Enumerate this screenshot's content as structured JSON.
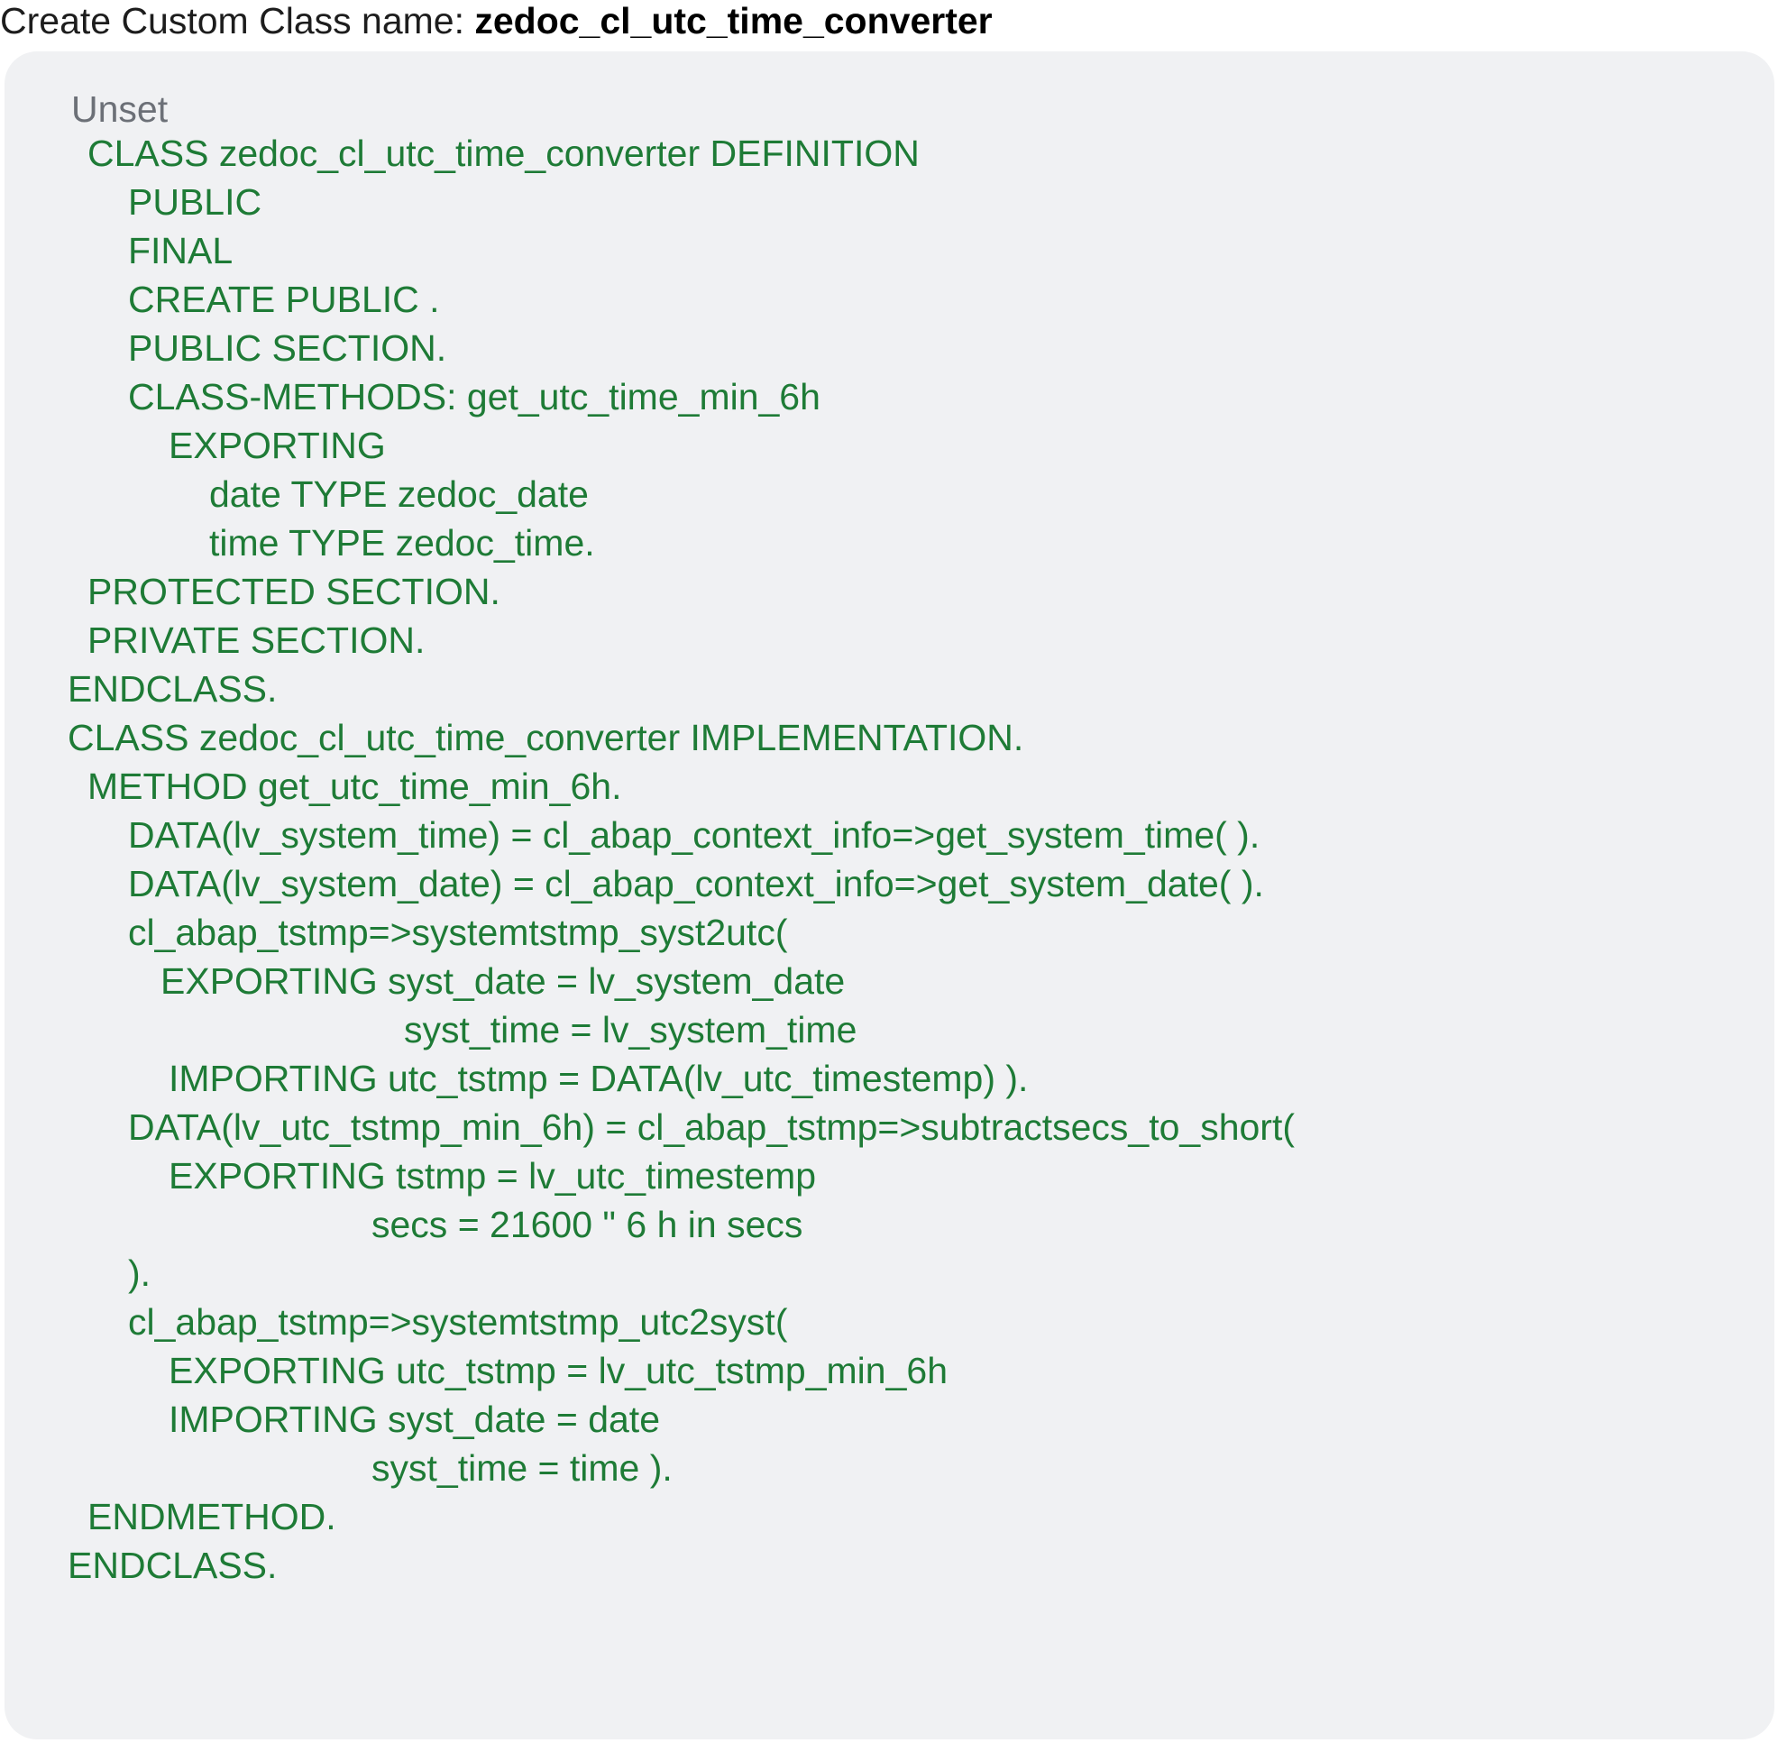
{
  "heading": {
    "prefix": "Create Custom Class name: ",
    "class_name": "zedoc_cl_utc_time_converter"
  },
  "code_block": {
    "language_label": "Unset",
    "lines": [
      "CLASS zedoc_cl_utc_time_converter DEFINITION",
      "PUBLIC",
      "FINAL",
      "CREATE PUBLIC .",
      "PUBLIC SECTION.",
      "CLASS-METHODS: get_utc_time_min_6h",
      "EXPORTING",
      "date TYPE zedoc_date",
      "time TYPE zedoc_time.",
      "PROTECTED SECTION.",
      "PRIVATE SECTION.",
      "ENDCLASS.",
      "CLASS zedoc_cl_utc_time_converter IMPLEMENTATION.",
      "METHOD get_utc_time_min_6h.",
      "DATA(lv_system_time) = cl_abap_context_info=>get_system_time( ).",
      "DATA(lv_system_date) = cl_abap_context_info=>get_system_date( ).",
      "cl_abap_tstmp=>systemtstmp_syst2utc(",
      "EXPORTING syst_date = lv_system_date",
      "syst_time = lv_system_time",
      "IMPORTING utc_tstmp = DATA(lv_utc_timestemp) ).",
      "DATA(lv_utc_tstmp_min_6h) = cl_abap_tstmp=>subtractsecs_to_short(",
      "EXPORTING tstmp = lv_utc_timestemp",
      "secs = 21600 \" 6 h in secs",
      ").",
      "cl_abap_tstmp=>systemtstmp_utc2syst(",
      "EXPORTING utc_tstmp = lv_utc_tstmp_min_6h",
      "IMPORTING syst_date = date",
      "syst_time = time ).",
      "ENDMETHOD.",
      "ENDCLASS."
    ]
  },
  "colors": {
    "code_text": "#1e7b36",
    "card_background": "#f0f1f3",
    "label_text": "#6c7077"
  }
}
